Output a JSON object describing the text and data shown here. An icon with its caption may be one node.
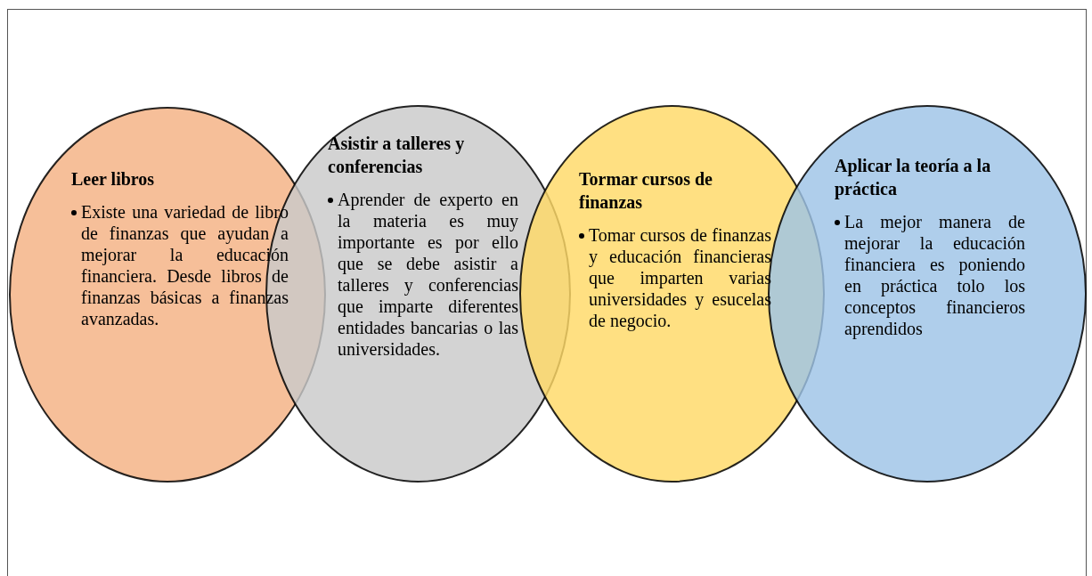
{
  "diagram": {
    "nodes": [
      {
        "text": [
          "Leer libros",
          "Existe una variedad de libro de finanzas que ayudan a mejorar la educación financiera. Desde libros de finanzas básicas a finanzas avanzadas."
        ]
      },
      {
        "text": [
          "Asistir a talleres y conferencias",
          "Aprender de experto en la materia es muy importante es por ello que se debe asistir a talleres y conferencias que imparte diferentes entidades bancarias o las universidades."
        ]
      },
      {
        "text": [
          "Tormar cursos de finanzas",
          "Tomar cursos de finanzas y educación financieras que imparten varias universidades y esucelas de negocio."
        ]
      },
      {
        "text": [
          "Aplicar la teoría a la práctica",
          "La mejor manera de mejorar la educación financiera es poniendo en práctica tolo los conceptos financieros aprendidos"
        ]
      }
    ]
  }
}
